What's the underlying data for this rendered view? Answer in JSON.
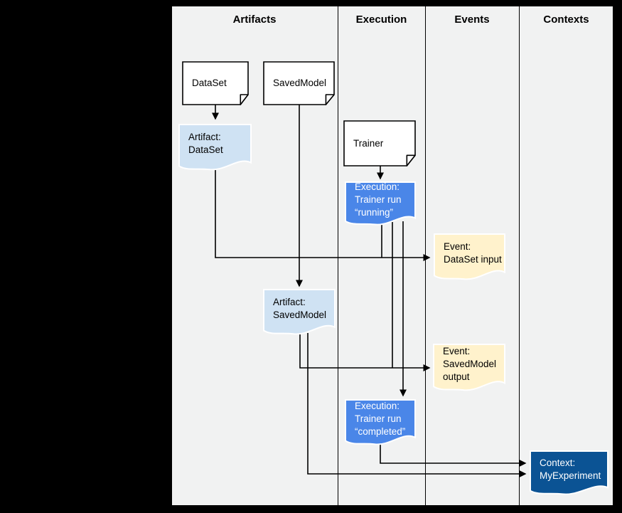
{
  "lanes": [
    {
      "label": "Artifacts"
    },
    {
      "label": "Execution"
    },
    {
      "label": "Events"
    },
    {
      "label": "Contexts"
    }
  ],
  "nodes": {
    "dataset": {
      "label": "DataSet",
      "kind": "note"
    },
    "savedmodel": {
      "label": "SavedModel",
      "kind": "note"
    },
    "trainer": {
      "label": "Trainer",
      "kind": "note"
    },
    "artifact_dataset": {
      "label": "Artifact:\nDataSet",
      "kind": "artifact"
    },
    "execution_running": {
      "label": "Execution:\nTrainer run\n“running”",
      "kind": "execution"
    },
    "event_dataset_input": {
      "label": "Event:\nDataSet input",
      "kind": "event"
    },
    "artifact_savedmodel": {
      "label": "Artifact:\nSavedModel",
      "kind": "artifact"
    },
    "event_savedmodel_output": {
      "label": "Event:\nSavedModel\noutput",
      "kind": "event"
    },
    "execution_completed": {
      "label": "Execution:\nTrainer run\n“completed”",
      "kind": "execution"
    },
    "context_myexperiment": {
      "label": "Context:\nMyExperiment",
      "kind": "context"
    }
  },
  "colors": {
    "canvas_bg": "#000000",
    "panel_bg": "#f1f2f2",
    "line": "#000000",
    "artifact_fill": "#cfe2f3",
    "execution_fill": "#4a86e8",
    "event_fill": "#fff2cc",
    "context_fill": "#0b5394"
  }
}
